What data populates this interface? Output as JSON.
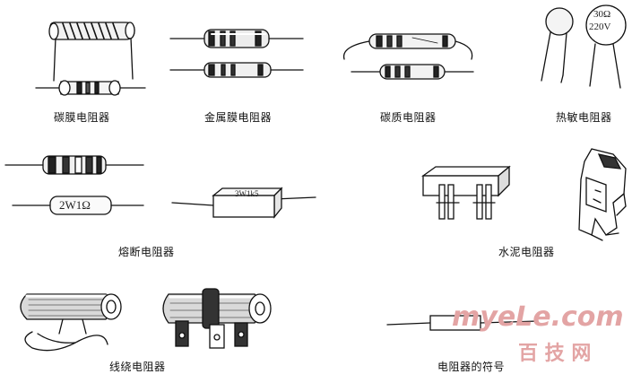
{
  "captions": {
    "carbon_film": "碳膜电阻器",
    "metal_film": "金属膜电阻器",
    "carbon_composition": "碳质电阻器",
    "thermistor": "热敏电阻器",
    "fusible": "熔断电阻器",
    "cement": "水泥电阻器",
    "wirewound": "线绕电阻器",
    "symbol": "电阻器的符号"
  },
  "markings": {
    "thermistor_value": "30Ω",
    "thermistor_voltage": "220V",
    "fusible_label": "2W1Ω",
    "cement_label": "3W1k5"
  },
  "watermark": {
    "domain": "myeLe.com",
    "cn": "百 技 网",
    "color": "#e3a4a4"
  }
}
